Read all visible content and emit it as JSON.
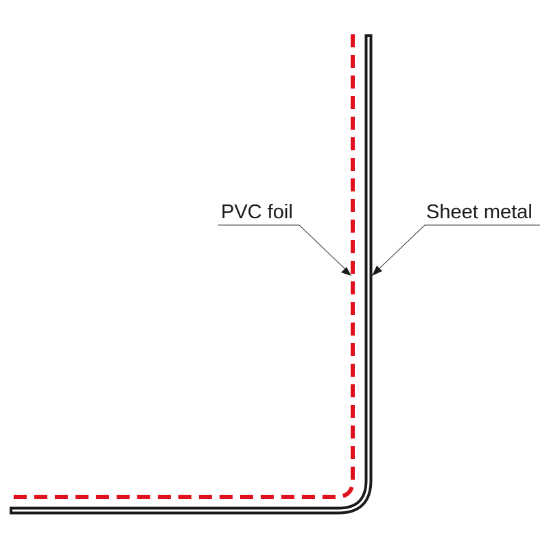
{
  "labels": {
    "pvc_foil": "PVC foil",
    "sheet_metal": "Sheet metal"
  },
  "colors": {
    "background": "#ffffff",
    "sheet_metal_outline": "#1a1a1a",
    "sheet_metal_fill": "#ffffff",
    "pvc_foil": "#e0101e",
    "leader_line": "#333333",
    "text": "#1a1a1a"
  },
  "icons": {
    "arrow": "filled-triangle-arrowhead"
  }
}
